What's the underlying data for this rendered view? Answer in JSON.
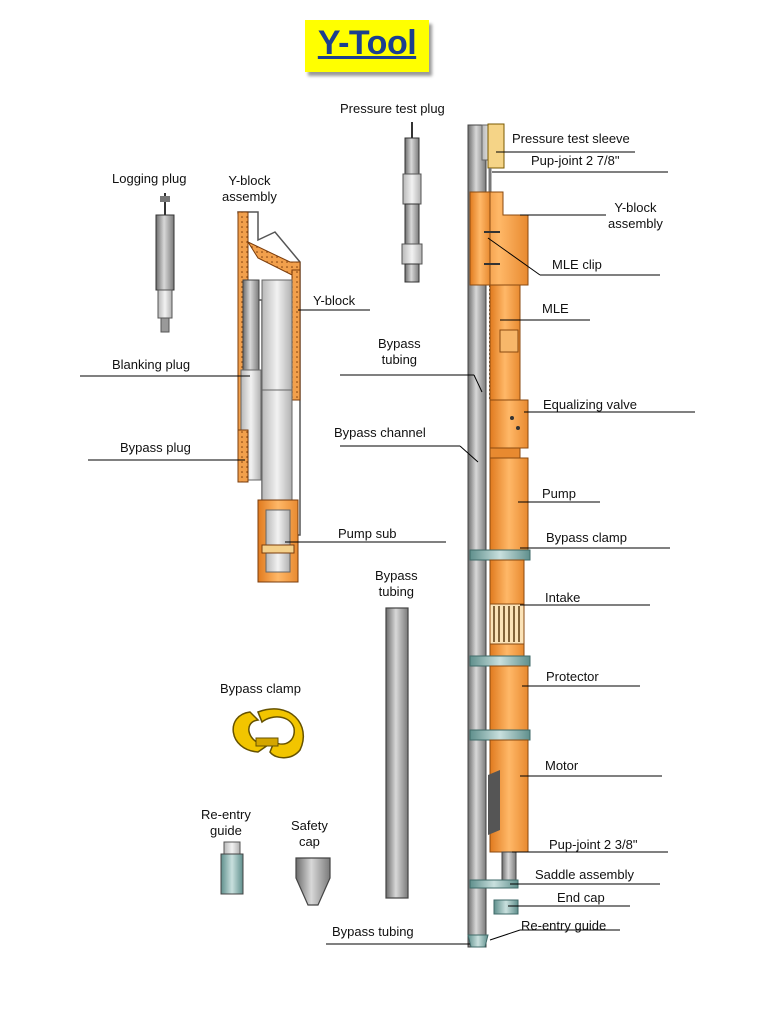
{
  "title": "Y-Tool",
  "labels": {
    "pressure_test_plug": "Pressure test plug",
    "pressure_test_sleeve": "Pressure test sleeve",
    "pup_joint_top": "Pup-joint 2 7/8\"",
    "y_block_assembly_right": "Y-block\nassembly",
    "mle_clip": "MLE clip",
    "mle": "MLE",
    "bypass_tubing_mid": "Bypass\ntubing",
    "equalizing_valve": "Equalizing valve",
    "bypass_channel": "Bypass channel",
    "pump": "Pump",
    "bypass_clamp_right": "Bypass clamp",
    "intake": "Intake",
    "protector": "Protector",
    "motor": "Motor",
    "pup_joint_bottom": "Pup-joint 2 3/8\"",
    "saddle_assembly": "Saddle assembly",
    "end_cap": "End cap",
    "re_entry_guide_right": "Re-entry guide",
    "bypass_tubing_bottom": "Bypass tubing",
    "logging_plug": "Logging plug",
    "y_block_assembly_left": "Y-block\nassembly",
    "y_block": "Y-block",
    "blanking_plug": "Blanking plug",
    "bypass_plug": "Bypass plug",
    "pump_sub": "Pump sub",
    "bypass_tubing_loose": "Bypass\ntubing",
    "bypass_clamp_left": "Bypass clamp",
    "re_entry_guide_left": "Re-entry\nguide",
    "safety_cap": "Safety\ncap"
  },
  "colors": {
    "title_bg": "#ffff00",
    "title_text": "#1c3f8f",
    "equipment_orange": "#f6a04a",
    "tubing_gray": "#9a9a9a",
    "clamp_yellow": "#f2c500",
    "teal_band": "#7fa9a6"
  }
}
